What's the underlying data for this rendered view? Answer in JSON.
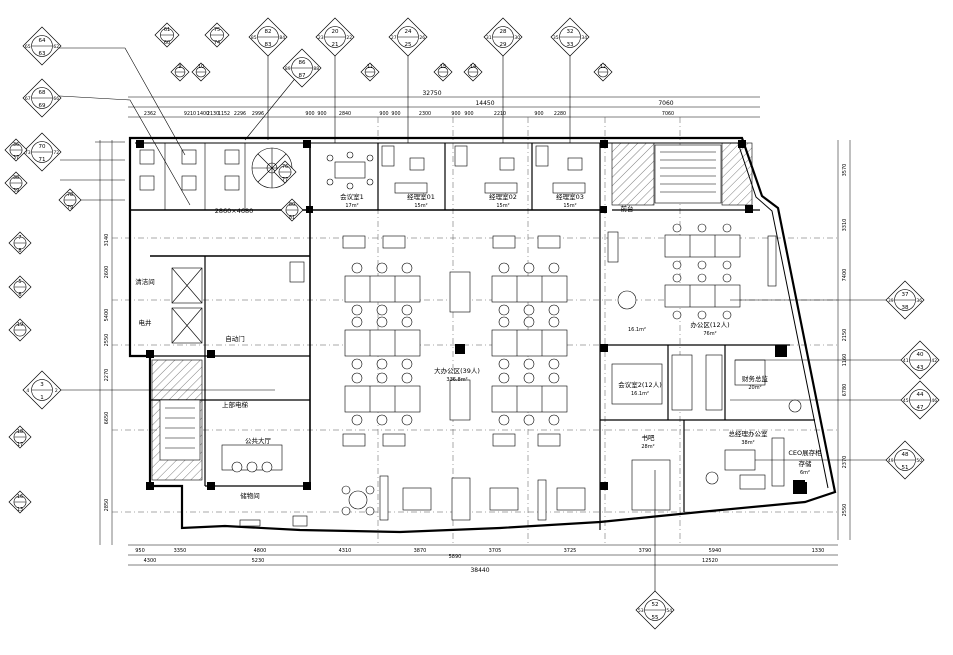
{
  "rooms": [
    {
      "id": "meeting1",
      "name": "会议室1",
      "area": "17m²"
    },
    {
      "id": "mgr1",
      "name": "经理室01",
      "area": "15m²"
    },
    {
      "id": "mgr2",
      "name": "经理室02",
      "area": "15m²"
    },
    {
      "id": "mgr3",
      "name": "经理室03",
      "area": "15m²"
    },
    {
      "id": "open-office",
      "name": "大办公区(39人)",
      "area": "336.8m²"
    },
    {
      "id": "reception",
      "name": "前台",
      "area": ""
    },
    {
      "id": "openzone",
      "name": "办公区(12人)",
      "area": "76m²"
    },
    {
      "id": "meeting2",
      "name": "会议室2(12人)",
      "area": "16.1m²"
    },
    {
      "id": "finance",
      "name": "财务总监",
      "area": "20m²"
    },
    {
      "id": "bar",
      "name": "书吧",
      "area": "28m²"
    },
    {
      "id": "gm",
      "name": "总经理办公室",
      "area": "38m²"
    },
    {
      "id": "storage",
      "name": "CEO展存柜",
      "area": ""
    },
    {
      "id": "store",
      "name": "存储",
      "area": "6m²"
    },
    {
      "id": "lobby",
      "name": "公共大厅",
      "area": ""
    },
    {
      "id": "cleaning",
      "name": "清洁间",
      "area": ""
    },
    {
      "id": "elec",
      "name": "电井",
      "area": ""
    },
    {
      "id": "storeroom",
      "name": "储物间",
      "area": ""
    },
    {
      "id": "autodoor",
      "name": "自动门",
      "area": ""
    },
    {
      "id": "elevator",
      "name": "上部电梯",
      "area": ""
    },
    {
      "id": "round-area",
      "name": "",
      "area": "16.1m²"
    },
    {
      "id": "dim-note",
      "name": "2860×4680",
      "area": ""
    }
  ],
  "dimensions": {
    "top_total": "32750",
    "top_sub": [
      "14450",
      "7060"
    ],
    "top_segments": [
      "2362",
      "9210",
      "1400",
      "2130",
      "1152",
      "2296",
      "2996",
      "900",
      "900",
      "2840",
      "900",
      "900",
      "2300",
      "900",
      "900",
      "2210",
      "900",
      "2280",
      "7060"
    ],
    "bottom_segments": [
      "950",
      "3350",
      "4800",
      "4310",
      "3870",
      "3705",
      "3725",
      "3790",
      "5940",
      "1330"
    ],
    "bottom_sub": [
      "4300",
      "5230",
      "12520"
    ],
    "bottom_mid": "5890",
    "bottom_total": "38440",
    "left": [
      "3140",
      "2600",
      "5400",
      "2550",
      "2270",
      "6650",
      "2850"
    ],
    "right": [
      "3570",
      "3310",
      "7400",
      "2150",
      "1160",
      "6780",
      "2370",
      "2550"
    ]
  },
  "callouts_top": [
    {
      "id": "c60",
      "a": "61",
      "b": "60",
      "c": "",
      "d": ""
    },
    {
      "id": "c75",
      "a": "75",
      "b": "74",
      "c": "",
      "d": ""
    },
    {
      "id": "c82",
      "a": "82",
      "b": "83",
      "c": "85",
      "d": "84"
    },
    {
      "id": "c20",
      "a": "20",
      "b": "21",
      "c": "23",
      "d": "22"
    },
    {
      "id": "c24",
      "a": "24",
      "b": "25",
      "c": "27",
      "d": "26"
    },
    {
      "id": "c28",
      "a": "28",
      "b": "29",
      "c": "31",
      "d": "30"
    },
    {
      "id": "c32",
      "a": "32",
      "b": "33",
      "c": "35",
      "d": "34"
    },
    {
      "id": "c86",
      "a": "86",
      "b": "87",
      "c": "89",
      "d": "88"
    },
    {
      "id": "c9",
      "a": "9",
      "b": "",
      "c": "",
      "d": ""
    },
    {
      "id": "c10",
      "a": "10",
      "b": "",
      "c": "",
      "d": ""
    },
    {
      "id": "c11",
      "a": "11",
      "b": "",
      "c": "",
      "d": ""
    },
    {
      "id": "c15",
      "a": "15",
      "b": "",
      "c": "",
      "d": ""
    },
    {
      "id": "c14",
      "a": "14",
      "b": "",
      "c": "",
      "d": ""
    },
    {
      "id": "c12",
      "a": "12",
      "b": "",
      "c": "",
      "d": ""
    }
  ],
  "callouts_left": [
    {
      "id": "c64",
      "a": "64",
      "b": "63",
      "c": "65",
      "d": "62"
    },
    {
      "id": "c68",
      "a": "68",
      "b": "69",
      "c": "67",
      "d": "66"
    },
    {
      "id": "c70",
      "a": "70",
      "b": "71",
      "c": "73",
      "d": "72"
    },
    {
      "id": "c36",
      "a": "36",
      "b": "37",
      "c": "",
      "d": ""
    },
    {
      "id": "c38",
      "a": "38",
      "b": "39",
      "c": "",
      "d": ""
    },
    {
      "id": "c78",
      "a": "78",
      "b": "79",
      "c": "",
      "d": ""
    },
    {
      "id": "c7",
      "a": "7",
      "b": "8",
      "c": "",
      "d": ""
    },
    {
      "id": "c5",
      "a": "5",
      "b": "6",
      "c": "",
      "d": ""
    },
    {
      "id": "c19",
      "a": "19",
      "b": "",
      "c": "",
      "d": ""
    },
    {
      "id": "c3",
      "a": "3",
      "b": "1",
      "c": "4",
      "d": "2"
    },
    {
      "id": "c18",
      "a": "18",
      "b": "17",
      "c": "",
      "d": ""
    },
    {
      "id": "c16",
      "a": "16",
      "b": "13",
      "c": "",
      "d": ""
    },
    {
      "id": "c76",
      "a": "76",
      "b": "77",
      "c": "",
      "d": ""
    },
    {
      "id": "c80",
      "a": "80",
      "b": "81",
      "c": "",
      "d": ""
    }
  ],
  "callouts_right": [
    {
      "id": "c37r",
      "a": "37",
      "b": "38",
      "c": "39",
      "d": "36"
    },
    {
      "id": "c40",
      "a": "40",
      "b": "43",
      "c": "41",
      "d": "42"
    },
    {
      "id": "c44",
      "a": "44",
      "b": "47",
      "c": "45",
      "d": "46"
    },
    {
      "id": "c50",
      "a": "48",
      "b": "51",
      "c": "49",
      "d": "50"
    },
    {
      "id": "c52",
      "a": "52",
      "b": "55",
      "c": "53",
      "d": "54"
    }
  ],
  "colors": {
    "line": "#000000",
    "grid": "#555555",
    "background": "#ffffff"
  }
}
